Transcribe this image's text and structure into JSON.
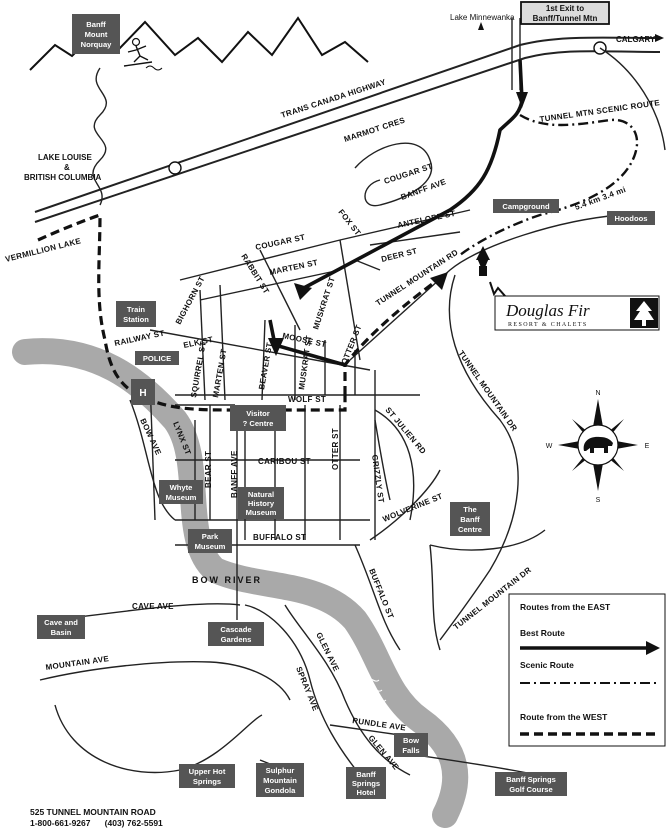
{
  "map_title_labels": {
    "trans_canada": "TRANS CANADA HIGHWAY",
    "tunnel_scenic": "TUNNEL MTN SCENIC ROUTE",
    "lake_minnewanka": "Lake Minnewanka",
    "calgary": "CALGARY",
    "lake_louise": "LAKE LOUISE",
    "and_sign": "&",
    "british_columbia": "BRITISH COLUMBIA",
    "vermillion": "VERMILLION LAKE",
    "distance": "5.4 km 3.4 mi",
    "bow_river": "BOW RIVER"
  },
  "exit_sign": {
    "line1": "1st Exit to",
    "line2": "Banff/Tunnel Mtn"
  },
  "streets": {
    "marmot": "MARMOT CRES",
    "cougar_upper": "COUGAR ST",
    "cougar_lower": "COUGAR ST",
    "banff_ave_upper": "BANFF AVE",
    "fox": "FOX ST",
    "antelope": "ANTELOPE ST",
    "deer": "DEER ST",
    "tunnel_mountain_rd": "TUNNEL MOUNTAIN RD",
    "marten_upper": "MARTEN ST",
    "rabbit": "RABBIT ST",
    "muskrat_upper": "MUSKRAT ST",
    "bighorn": "BIGHORN ST",
    "railway": "RAILWAY ST",
    "elk": "ELK ST",
    "moose": "MOOSE ST",
    "otter_upper": "OTTER ST",
    "squirrel": "SQUIRREL ST",
    "marten_lower": "MARTEN ST",
    "beaver": "BEAVER ST",
    "muskrat_lower": "MUSKRAT ST",
    "wolf": "WOLF ST",
    "lynx": "LYNX ST",
    "bow_ave": "BOW AVE",
    "bear": "BEAR ST",
    "banff_ave_lower": "BANFF AVE",
    "caribou": "CARIBOU ST",
    "otter_lower": "OTTER ST",
    "st_julien": "ST JULIEN RD",
    "grizzly": "GRIZZLY ST",
    "wolverine": "WOLVERINE ST",
    "buffalo_st": "BUFFALO ST",
    "buffalo_st_v": "BUFFALO ST",
    "tunnel_mountain_dr_upper": "TUNNEL MOUNTAIN DR",
    "tunnel_mountain_dr_lower": "TUNNEL MOUNTAIN DR",
    "cave_ave": "CAVE AVE",
    "mountain_ave": "MOUNTAIN AVE",
    "glen_ave": "GLEN AVE",
    "spray_ave": "SPRAY AVE",
    "rundle_ave": "RUNDLE AVE",
    "glen_ave_lower": "GLEN AVE"
  },
  "places": {
    "norquay": [
      "Banff",
      "Mount",
      "Norquay"
    ],
    "campground": [
      "Campground"
    ],
    "hoodoos": [
      "Hoodoos"
    ],
    "train": [
      "Train",
      "Station"
    ],
    "police": [
      "POLICE"
    ],
    "hospital": [
      "H"
    ],
    "visitor": [
      "Visitor",
      "? Centre"
    ],
    "whyte": [
      "Whyte",
      "Museum"
    ],
    "natural": [
      "Natural",
      "History",
      "Museum"
    ],
    "park": [
      "Park",
      "Museum"
    ],
    "banff_centre": [
      "The",
      "Banff",
      "Centre"
    ],
    "cave_basin": [
      "Cave and",
      "Basin"
    ],
    "cascade": [
      "Cascade",
      "Gardens"
    ],
    "bow_falls": [
      "Bow",
      "Falls"
    ],
    "upper_hot": [
      "Upper Hot",
      "Springs"
    ],
    "sulphur": [
      "Sulphur",
      "Mountain",
      "Gondola"
    ],
    "springs_hotel": [
      "Banff",
      "Springs",
      "Hotel"
    ],
    "golf": [
      "Banff Springs",
      "Golf Course"
    ]
  },
  "logo": {
    "name": "Douglas Fir",
    "tagline": "RESORT & CHALETS"
  },
  "compass": {
    "n": "N",
    "s": "S",
    "e": "E",
    "w": "W"
  },
  "legend": {
    "title": "Routes from the EAST",
    "best": "Best Route",
    "scenic": "Scenic Route",
    "west": "Route from the WEST"
  },
  "footer": {
    "address": "525 TUNNEL MOUNTAIN ROAD",
    "phone": "1-800-661-9267      (403) 762-5591"
  },
  "icons": [
    "mountain-range-icon",
    "skier-icon",
    "interchange-icon",
    "compass-rose-icon",
    "bear-icon",
    "fir-tree-icon",
    "chalet-icon",
    "arrow-up-icon"
  ]
}
